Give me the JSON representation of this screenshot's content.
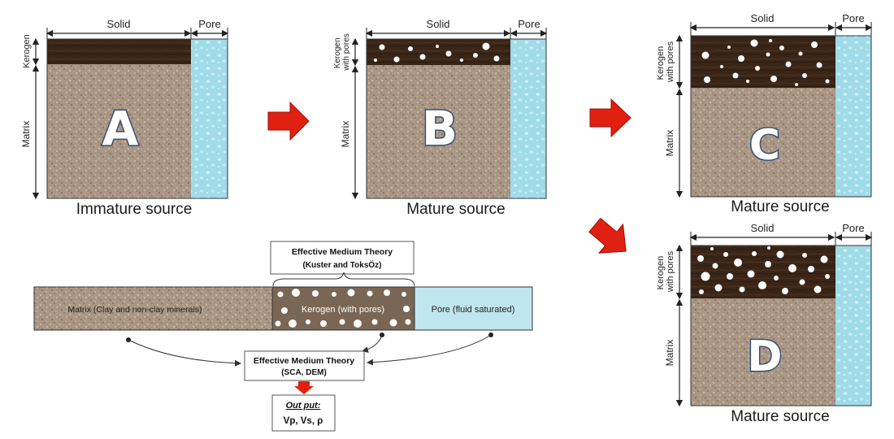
{
  "panels": [
    {
      "letter": "A",
      "caption": "Immature source",
      "solid_label": "Solid",
      "pore_label": "Pore",
      "kerogen_label": "Kerogen",
      "matrix_label": "Matrix"
    },
    {
      "letter": "B",
      "caption": "Mature source",
      "solid_label": "Solid",
      "pore_label": "Pore",
      "kerogen_label_1": "Kerogen",
      "kerogen_label_2": "with pores",
      "matrix_label": "Matrix"
    },
    {
      "letter": "C",
      "caption": "Mature source",
      "solid_label": "Solid",
      "pore_label": "Pore",
      "kerogen_label_1": "Kerogen",
      "kerogen_label_2": "with pores",
      "matrix_label": "Matrix"
    },
    {
      "letter": "D",
      "caption": "Mature source",
      "solid_label": "Solid",
      "pore_label": "Pore",
      "kerogen_label_1": "Kerogen",
      "kerogen_label_2": "with pores",
      "matrix_label": "Matrix"
    }
  ],
  "workflow": {
    "emt_top_title": "Effective Medium Theory",
    "emt_top_sub": "(Kuster and ToksÖz)",
    "bar_matrix": "Matrix (Clay and non-clay minerals)",
    "bar_kerogen": "Kerogen (with pores)",
    "bar_pore": "Pore (fluid saturated)",
    "emt_bottom_title": "Effective Medium Theory",
    "emt_bottom_sub": "(SCA, DEM)",
    "output_title": "Out put:",
    "output_values": "Vp, Vs, ρ"
  },
  "colors": {
    "matrix": "#a99685",
    "kerogen": "#3a2618",
    "pore": "#9fdbe8",
    "arrow": "#e02010",
    "letter_outline": "#3a4f72"
  }
}
